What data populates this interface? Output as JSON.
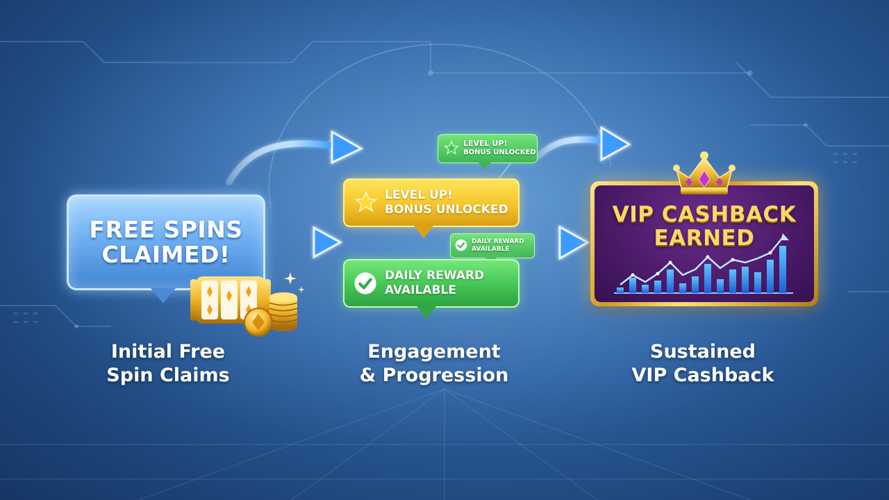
{
  "stages": [
    {
      "label_line1": "Initial Free",
      "label_line2": "Spin Claims",
      "bubble": {
        "line1": "FREE SPINS",
        "line2": "CLAIMED!"
      }
    },
    {
      "label_line1": "Engagement",
      "label_line2": "& Progression",
      "bubbles": {
        "level_up_large": {
          "line1": "LEVEL UP!",
          "line2": "BONUS UNLOCKED"
        },
        "level_up_small": {
          "line1": "LEVEL UP!",
          "line2": "BONUS UNLOCKED"
        },
        "daily_reward_large": {
          "line1": "DAILY REWARD",
          "line2": "AVAILABLE"
        },
        "daily_reward_small": {
          "line1": "DAILY REWARD",
          "line2": "AVAILABLE"
        }
      }
    },
    {
      "label_line1": "Sustained",
      "label_line2": "VIP Cashback",
      "panel": {
        "line1": "VIP CASHBACK",
        "line2": "EARNED"
      }
    }
  ],
  "icons": {
    "stage1": "slot-machine-and-coins-icon",
    "star": "star-icon",
    "check": "checkmark-icon",
    "crown": "crown-icon",
    "chart": "rising-bar-chart-icon",
    "arrow": "arrow-icon"
  },
  "colors": {
    "background": "#2d5f9e",
    "free_spins_bubble": "#6fb0f2",
    "level_up_bubble": "#f4c52a",
    "daily_reward_bubble": "#43c454",
    "vip_panel": "#4a1a67",
    "vip_frame": "#d69b23",
    "vip_text": "#ffd766",
    "arrows": "#3d9bff"
  }
}
